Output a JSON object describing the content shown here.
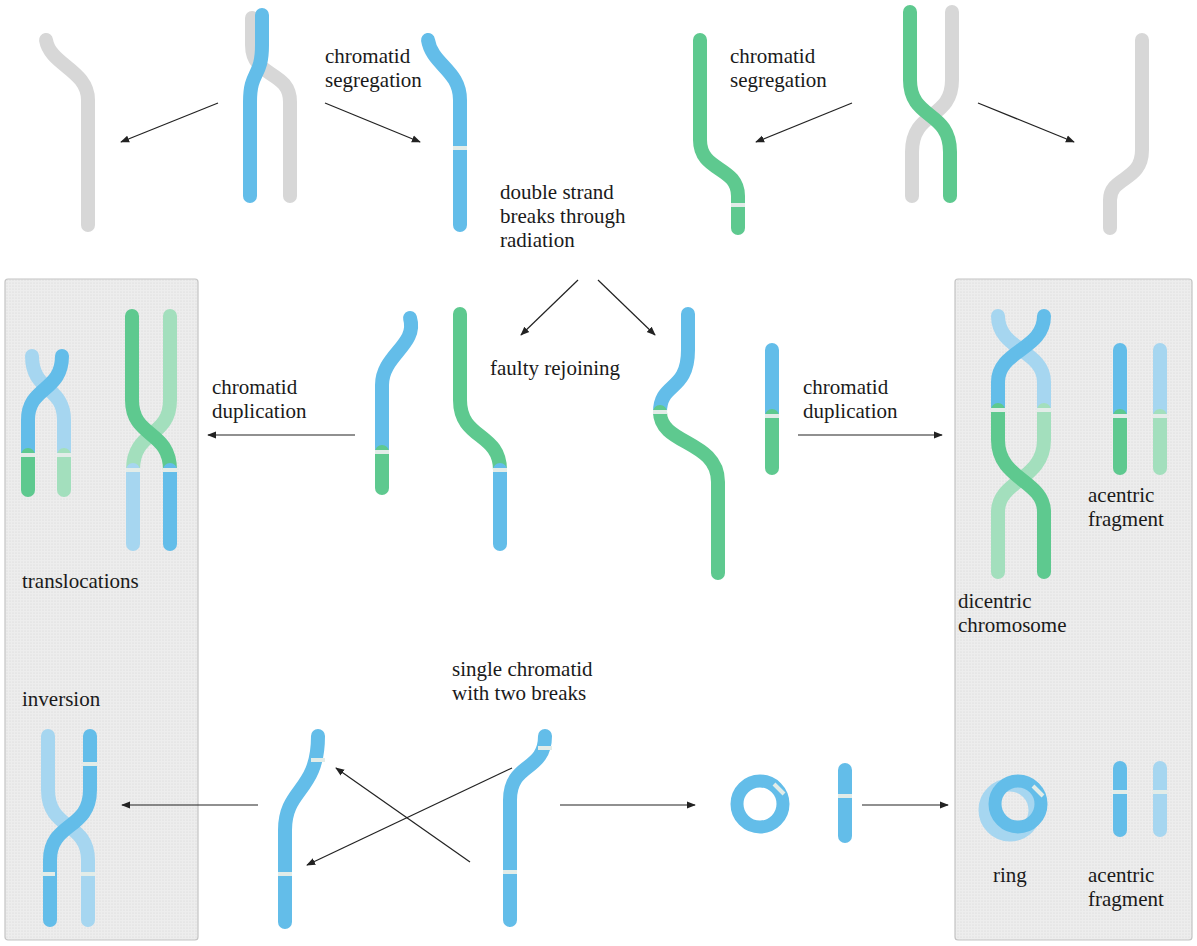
{
  "diagram": {
    "nodes": [
      {
        "text": [
          "translocations",
          "inversion"
        ]
      },
      {
        "text": [
          "acentric fragment",
          "dicentric chromosome",
          "ring",
          "acentric fragment"
        ]
      }
    ],
    "labels": [
      "chromatid segregation",
      "chromatid segregation",
      "double strand breaks through radiation",
      "faulty rejoining",
      "chromatid duplication",
      "chromatid duplication",
      "single chromatid with two breaks"
    ]
  }
}
